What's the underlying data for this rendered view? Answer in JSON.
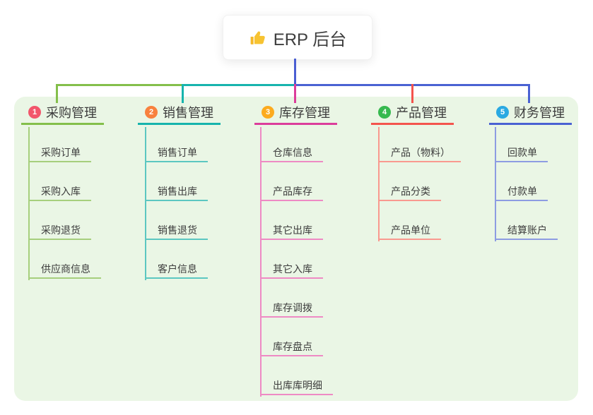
{
  "root": {
    "label": "ERP 后台",
    "icon": "thumbs-up-icon",
    "stem_color": "#4a5ed2"
  },
  "panel": {
    "background": "#eaf6e5"
  },
  "text_color": "#3d3d3d",
  "branches": [
    {
      "number": "1",
      "label": "采购管理",
      "badge_color": "#f2566b",
      "line_color": "#84bf4b",
      "child_line_color": "#a6cf7d",
      "children": [
        "采购订单",
        "采购入库",
        "采购退货",
        "供应商信息"
      ]
    },
    {
      "number": "2",
      "label": "销售管理",
      "badge_color": "#f8813e",
      "line_color": "#17b4ad",
      "child_line_color": "#5cc7c1",
      "children": [
        "销售订单",
        "销售出库",
        "销售退货",
        "客户信息"
      ]
    },
    {
      "number": "3",
      "label": "库存管理",
      "badge_color": "#fcab1e",
      "line_color": "#dc3d9b",
      "child_line_color": "#ee8ac4",
      "children": [
        "仓库信息",
        "产品库存",
        "其它出库",
        "其它入库",
        "库存调拨",
        "库存盘点",
        "出库库明细"
      ]
    },
    {
      "number": "4",
      "label": "产品管理",
      "badge_color": "#36b94f",
      "line_color": "#f4544d",
      "child_line_color": "#f9998f",
      "children": [
        "产品（物料）",
        "产品分类",
        "产品单位"
      ]
    },
    {
      "number": "5",
      "label": "财务管理",
      "badge_color": "#2aa9e2",
      "line_color": "#4a62d3",
      "child_line_color": "#8d9ce2",
      "children": [
        "回款单",
        "付款单",
        "结算账户"
      ]
    }
  ]
}
